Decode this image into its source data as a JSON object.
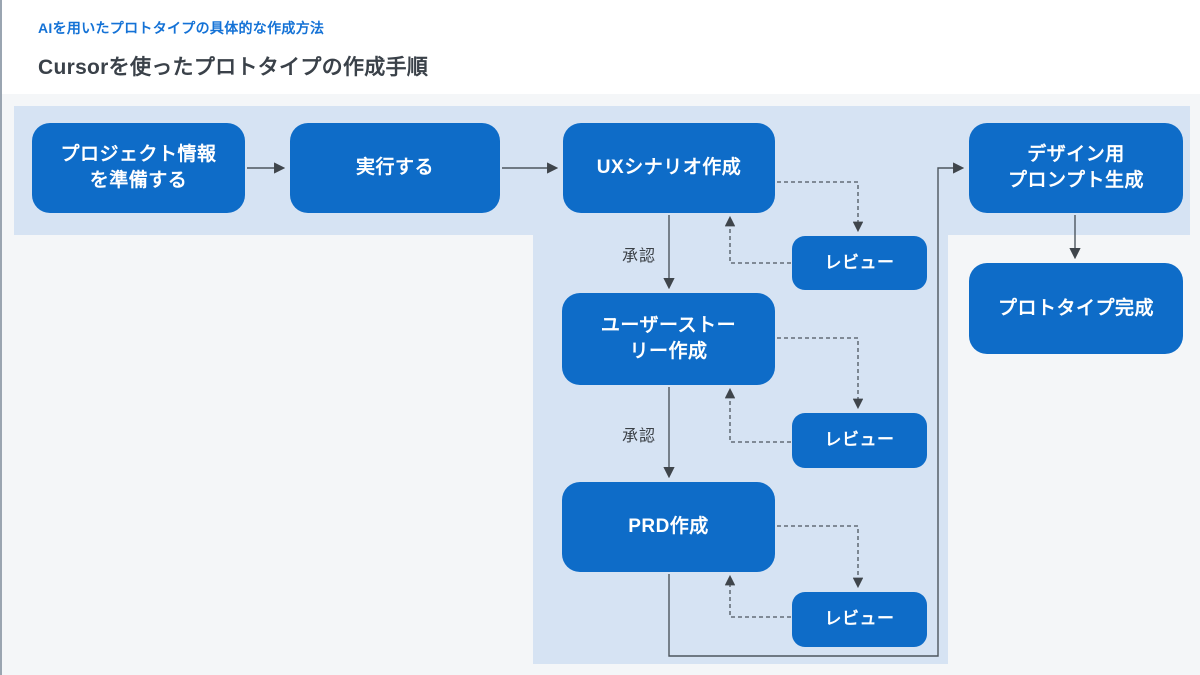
{
  "header": {
    "eyebrow": "AIを用いたプロトタイプの具体的な作成方法",
    "title": "Cursorを使ったプロトタイプの作成手順"
  },
  "diagram": {
    "nodes": {
      "project_info": "プロジェクト情報\nを準備する",
      "execute": "実行する",
      "ux_scenario": "UXシナリオ作成",
      "design_prompt": "デザイン用\nプロンプト生成",
      "prototype_done": "プロトタイプ完成",
      "user_story": "ユーザーストー\nリー作成",
      "prd": "PRD作成",
      "review_ux": "レビュー",
      "review_user_story": "レビュー",
      "review_prd": "レビュー"
    },
    "labels": {
      "approval_ux": "承認",
      "approval_user_story": "承認"
    }
  },
  "colors": {
    "node-blue": "#0e6cc8",
    "band-blue": "#d6e3f3",
    "canvas-gray": "#f4f6f8",
    "eyebrow-blue": "#1472d6",
    "title-dark": "#3a4149",
    "connector": "#4d565e"
  }
}
